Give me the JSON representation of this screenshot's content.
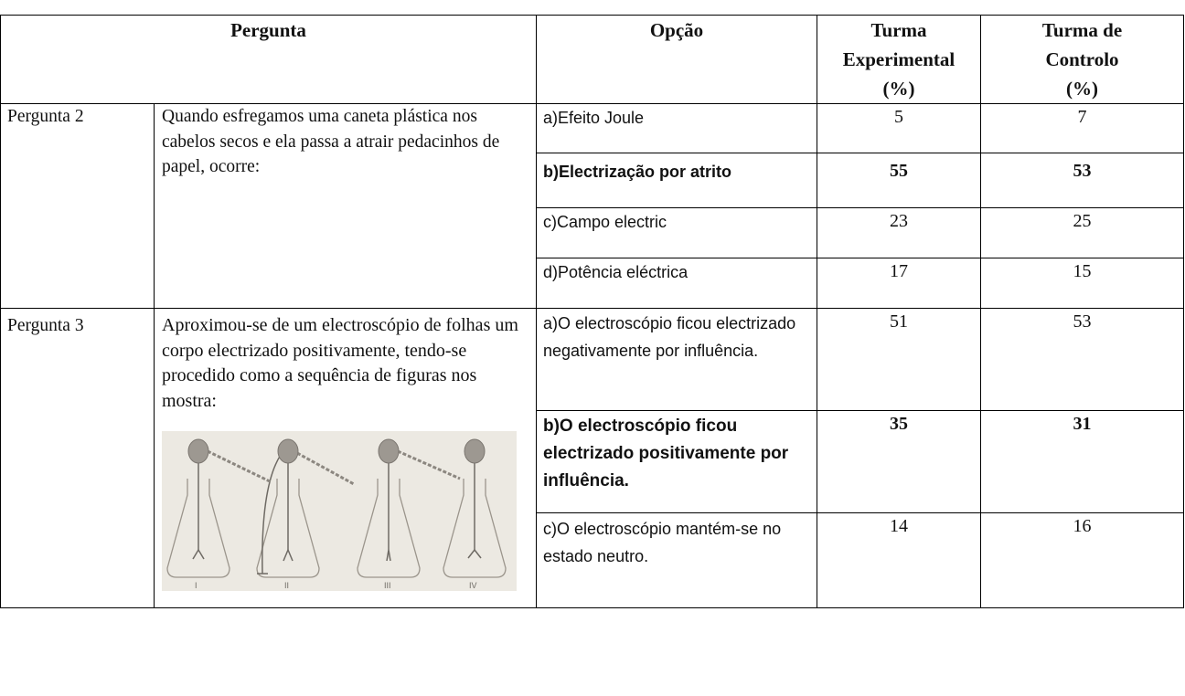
{
  "header": {
    "pergunta": "Pergunta",
    "opcao": "Opção",
    "exp_line1": "Turma",
    "exp_line2": "Experimental",
    "exp_line3": "(%)",
    "ctrl_line1": "Turma de",
    "ctrl_line2": "Controlo",
    "ctrl_line3": "(%)"
  },
  "q2": {
    "label": "Pergunta 2",
    "text": "Quando esfregamos uma caneta plástica nos cabelos secos e ela passa a atrair pedacinhos de papel, ocorre:",
    "options": [
      {
        "text": "a)Efeito Joule",
        "exp": "5",
        "ctrl": "7"
      },
      {
        "text": "b)Electrização por atrito",
        "exp": "55",
        "ctrl": "53"
      },
      {
        "text": "c)Campo electric",
        "exp": "23",
        "ctrl": "25"
      },
      {
        "text": "d)Potência eléctrica",
        "exp": "17",
        "ctrl": "15"
      }
    ]
  },
  "q3": {
    "label": "Pergunta 3",
    "text": "Aproximou-se de um electroscópio de folhas um corpo electrizado positivamente, tendo-se procedido como a sequência de figuras nos mostra:",
    "options": [
      {
        "text": "a)O electroscópio ficou electrizado negativamente por influência.",
        "exp": "51",
        "ctrl": "53"
      },
      {
        "text": "b)O electroscópio ficou electrizado positivamente por influência.",
        "exp": "35",
        "ctrl": "31"
      },
      {
        "text": "c)O electroscópio mantém-se no estado neutro.",
        "exp": "14",
        "ctrl": "16"
      }
    ],
    "figure_labels": [
      "I",
      "II",
      "III",
      "IV"
    ]
  }
}
